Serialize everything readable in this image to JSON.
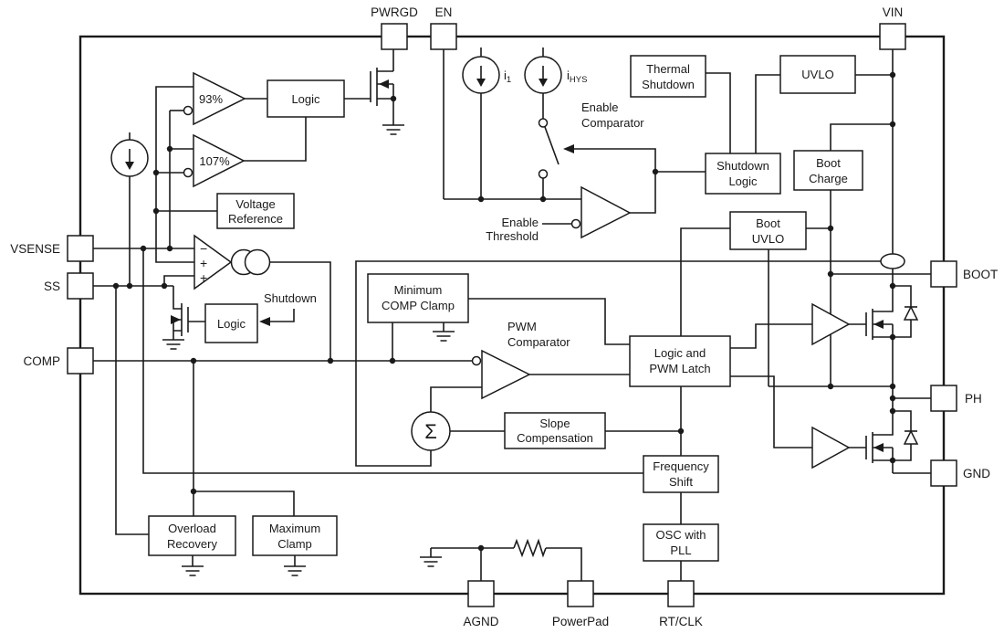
{
  "colors": {
    "ink": "#1a1a1a",
    "background": "#ffffff"
  },
  "pins": {
    "pwrgd": "PWRGD",
    "en": "EN",
    "vin": "VIN",
    "vsense": "VSENSE",
    "ss": "SS",
    "comp": "COMP",
    "boot": "BOOT",
    "ph": "PH",
    "gnd": "GND",
    "agnd": "AGND",
    "powerpad": "PowerPad",
    "rtclk": "RT/CLK"
  },
  "blocks": {
    "pwrgd_logic": "Logic",
    "voltage_reference_1": "Voltage",
    "voltage_reference_2": "Reference",
    "ss_logic": "Logic",
    "min_comp_clamp_1": "Minimum",
    "min_comp_clamp_2": "COMP Clamp",
    "thermal_shutdown_1": "Thermal",
    "thermal_shutdown_2": "Shutdown",
    "uvlo": "UVLO",
    "shutdown_logic_1": "Shutdown",
    "shutdown_logic_2": "Logic",
    "boot_charge_1": "Boot",
    "boot_charge_2": "Charge",
    "boot_uvlo_1": "Boot",
    "boot_uvlo_2": "UVLO",
    "logic_pwm_latch_1": "Logic and",
    "logic_pwm_latch_2": "PWM Latch",
    "slope_comp_1": "Slope",
    "slope_comp_2": "Compensation",
    "freq_shift_1": "Frequency",
    "freq_shift_2": "Shift",
    "osc_pll_1": "OSC with",
    "osc_pll_2": "PLL",
    "overload_recovery_1": "Overload",
    "overload_recovery_2": "Recovery",
    "maximum_clamp_1": "Maximum",
    "maximum_clamp_2": "Clamp"
  },
  "labels": {
    "pct93": "93%",
    "pct107": "107%",
    "pwm_comparator_1": "PWM",
    "pwm_comparator_2": "Comparator",
    "enable_comparator_1": "Enable",
    "enable_comparator_2": "Comparator",
    "enable_threshold_1": "Enable",
    "enable_threshold_2": "Threshold",
    "shutdown_ss": "Shutdown",
    "sigma": "Σ",
    "i1_base": "i",
    "i1_sub": "1",
    "ihys_base": "i",
    "ihys_sub": "HYS",
    "minus": "−",
    "plus": "+"
  }
}
